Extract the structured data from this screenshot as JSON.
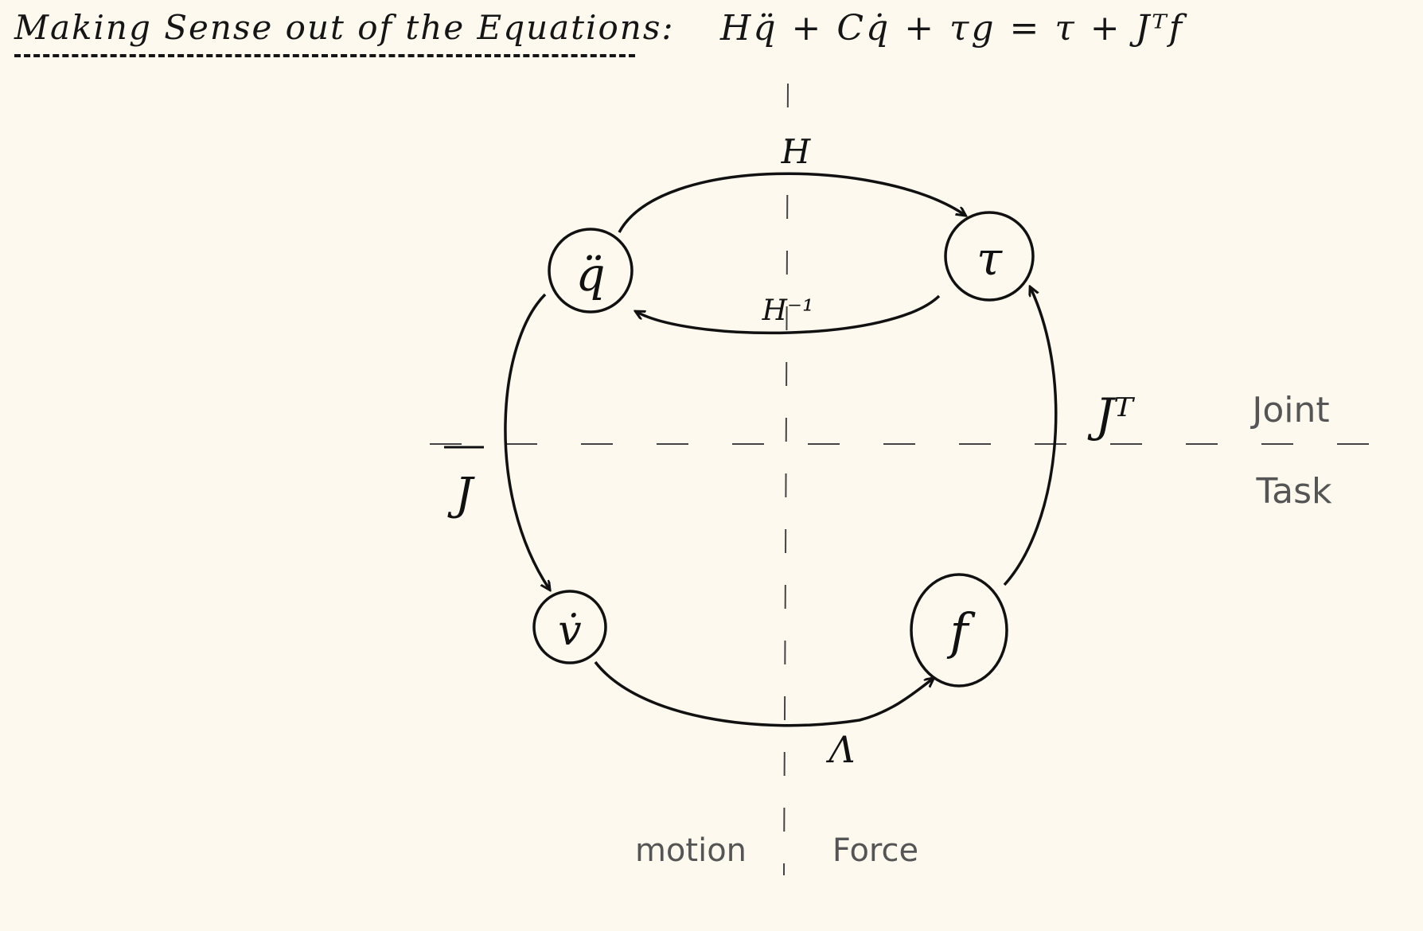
{
  "title": "Making Sense out of the Equations:",
  "equation": "Hq̈ + Cq̇ + τg = τ + Jᵀf",
  "nodes": {
    "qdd": "q̈",
    "tau": "τ",
    "vdot": "v̇",
    "f": "f"
  },
  "edge_labels": {
    "H": "H",
    "H_inv": "H⁻¹",
    "J": "J",
    "JT": "Jᵀ",
    "Lambda": "Λ"
  },
  "regions": {
    "joint": "Joint",
    "task": "Task",
    "motion": "motion",
    "force": "Force"
  }
}
